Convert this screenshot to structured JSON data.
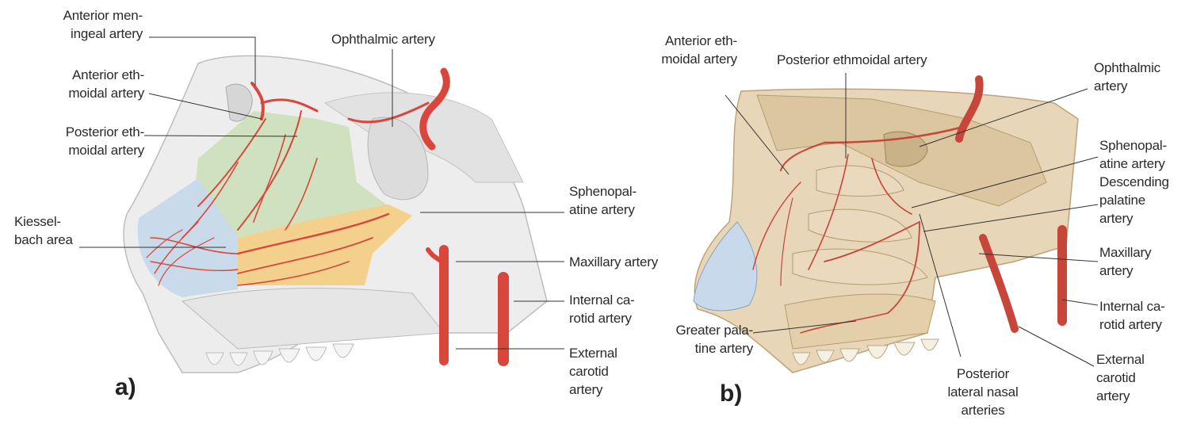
{
  "panel_a": {
    "letter": "a)",
    "labels": {
      "anterior_meningeal": "Anterior men-\ningeal artery",
      "anterior_ethmoidal": "Anterior eth-\nmoidal artery",
      "posterior_ethmoidal": "Posterior eth-\nmoidal artery",
      "kiesselbach": "Kiessel-\nbach area",
      "ophthalmic": "Ophthalmic artery",
      "sphenopalatine": "Sphenopal-\natine artery",
      "maxillary": "Maxillary artery",
      "internal_carotid": "Internal ca-\nrotid artery",
      "external_carotid": "External\ncarotid\nartery"
    }
  },
  "panel_b": {
    "letter": "b)",
    "labels": {
      "anterior_ethmoidal": "Anterior eth-\nmoidal artery",
      "posterior_ethmoidal": "Posterior ethmoidal artery",
      "ophthalmic": "Ophthalmic\nartery",
      "sphenopalatine": "Sphenopal-\natine artery",
      "descending_palatine": "Descending\npalatine\nartery",
      "maxillary": "Maxillary\nartery",
      "internal_carotid": "Internal ca-\nrotid artery",
      "external_carotid": "External\ncarotid\nartery",
      "greater_palatine": "Greater pala-\ntine artery",
      "posterior_lateral_nasal": "Posterior\nlateral nasal\narteries"
    }
  },
  "colors": {
    "artery": "#d9473c",
    "bone": "#ececec",
    "green_zone": "#cfe0bd",
    "orange_zone": "#f3cf86",
    "blue_zone": "#c7d9ea",
    "mucosa_b": "#e8d6b8"
  }
}
